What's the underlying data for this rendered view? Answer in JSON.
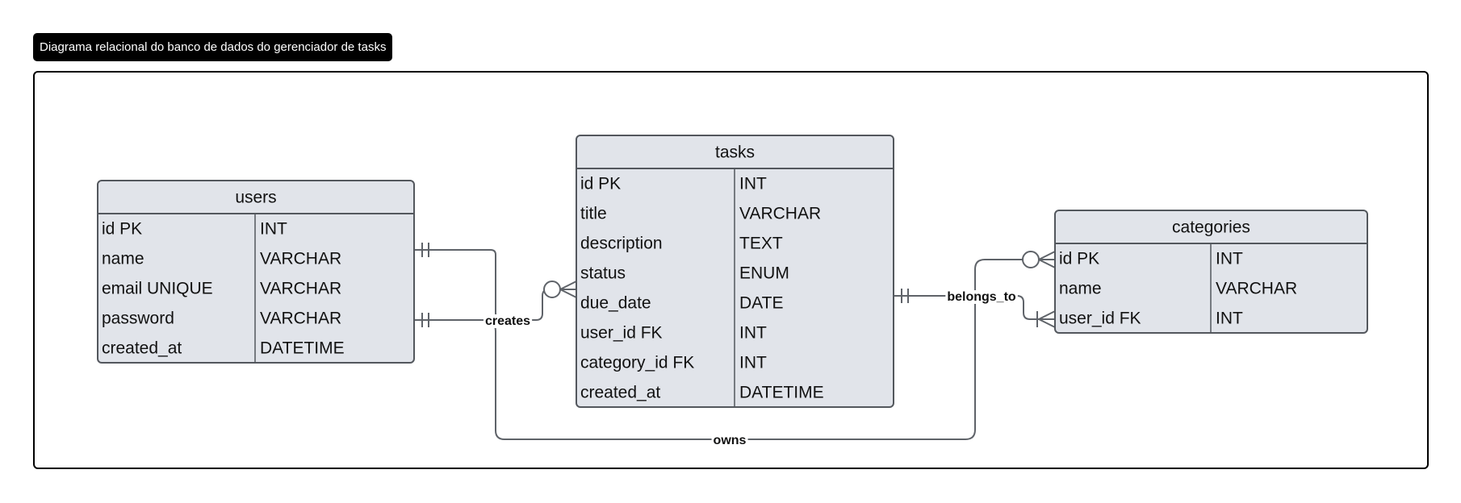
{
  "diagram": {
    "title": "Diagrama relacional do banco de dados do gerenciador de tasks",
    "colors": {
      "entity_fill": "#e1e4ea",
      "entity_stroke": "#53575d",
      "line": "#5f6369",
      "text": "#111111",
      "frame": "#000000"
    },
    "entities": [
      {
        "id": "users",
        "name": "users",
        "attributes": [
          {
            "name": "id PK",
            "type": "INT"
          },
          {
            "name": "name",
            "type": "VARCHAR"
          },
          {
            "name": "email UNIQUE",
            "type": "VARCHAR"
          },
          {
            "name": "password",
            "type": "VARCHAR"
          },
          {
            "name": "created_at",
            "type": "DATETIME"
          }
        ]
      },
      {
        "id": "tasks",
        "name": "tasks",
        "attributes": [
          {
            "name": "id PK",
            "type": "INT"
          },
          {
            "name": "title",
            "type": "VARCHAR"
          },
          {
            "name": "description",
            "type": "TEXT"
          },
          {
            "name": "status",
            "type": "ENUM"
          },
          {
            "name": "due_date",
            "type": "DATE"
          },
          {
            "name": "user_id FK",
            "type": "INT"
          },
          {
            "name": "category_id FK",
            "type": "INT"
          },
          {
            "name": "created_at",
            "type": "DATETIME"
          }
        ]
      },
      {
        "id": "categories",
        "name": "categories",
        "attributes": [
          {
            "name": "id PK",
            "type": "INT"
          },
          {
            "name": "name",
            "type": "VARCHAR"
          },
          {
            "name": "user_id FK",
            "type": "INT"
          }
        ]
      }
    ],
    "relationships": [
      {
        "id": "creates",
        "label": "creates",
        "from": "users",
        "to": "tasks",
        "from_cardinality": "exactly-one",
        "to_cardinality": "zero-or-many"
      },
      {
        "id": "belongs_to",
        "label": "belongs_to",
        "from": "tasks",
        "to": "categories",
        "from_cardinality": "exactly-one",
        "to_cardinality": "one-or-many"
      },
      {
        "id": "owns",
        "label": "owns",
        "from": "users",
        "to": "categories",
        "from_cardinality": "exactly-one",
        "to_cardinality": "zero-or-many"
      }
    ]
  }
}
